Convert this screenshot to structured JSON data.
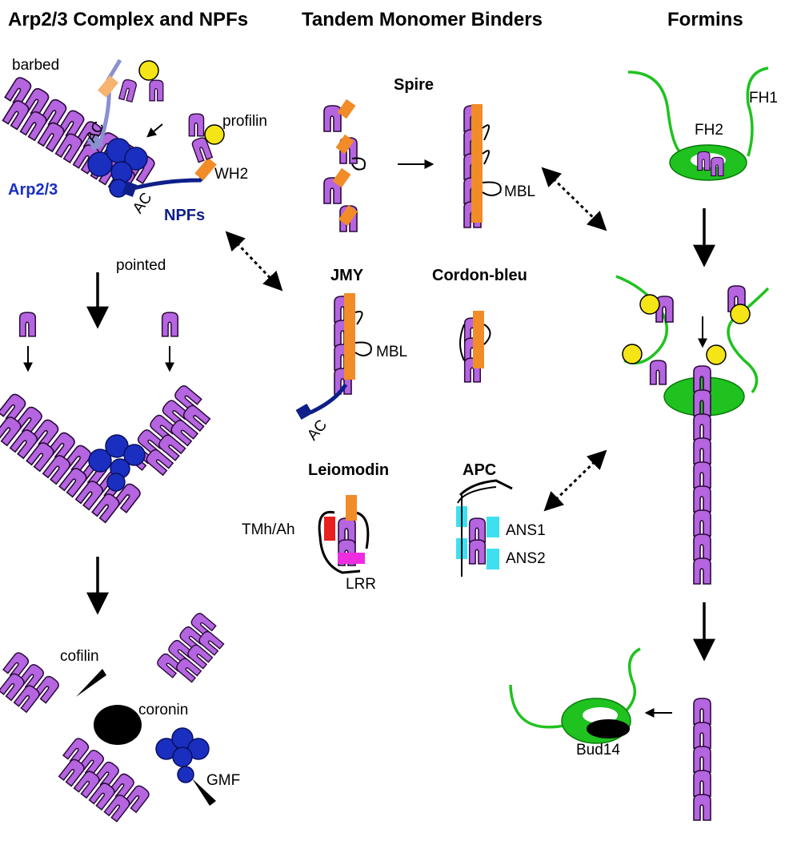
{
  "headers": {
    "arp": "Arp2/3 Complex and NPFs",
    "tandem": "Tandem Monomer Binders",
    "formins": "Formins"
  },
  "labels": {
    "barbed": "barbed",
    "pointed": "pointed",
    "profilin": "profilin",
    "wh2": "WH2",
    "arp23": "Arp2/3",
    "npfs": "NPFs",
    "ac": "AC",
    "spire": "Spire",
    "mbl": "MBL",
    "jmy": "JMY",
    "cordon_bleu": "Cordon-bleu",
    "leiomodin": "Leiomodin",
    "tmh_ah": "TMh/Ah",
    "lrr": "LRR",
    "apc": "APC",
    "ans1": "ANS1",
    "ans2": "ANS2",
    "fh1": "FH1",
    "fh2": "FH2",
    "cofilin": "cofilin",
    "coronin": "coronin",
    "gmf": "GMF",
    "bud14": "Bud14"
  },
  "colors": {
    "actin": "#b565e0",
    "arp23": "#1a2fbf",
    "npf": "#0e1f8a",
    "wh2": "#f28c28",
    "profilin": "#f5e416",
    "profilin_text": "#c8b800",
    "formin": "#1fc21f",
    "ans": "#3ee0f0",
    "tmh": "#e82020",
    "lrr": "#ee2ce0"
  }
}
